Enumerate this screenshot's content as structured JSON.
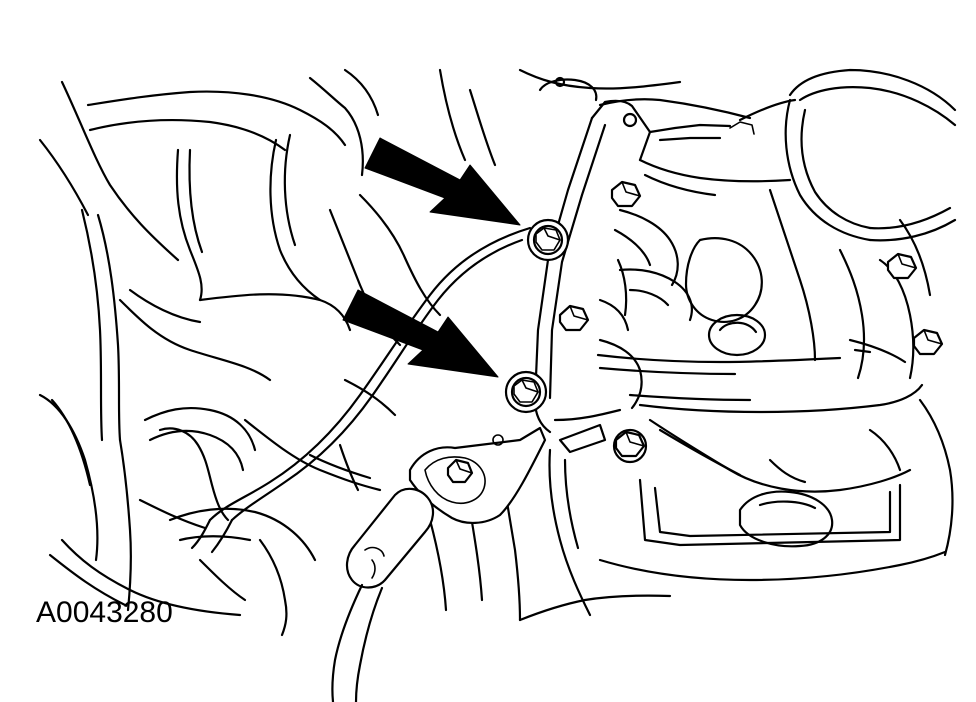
{
  "figure": {
    "id_label": "A0043280"
  },
  "colors": {
    "line": "#000000",
    "background": "#ffffff"
  },
  "callouts": [
    {
      "name": "arrow-upper",
      "icon": "arrow-icon"
    },
    {
      "name": "arrow-lower",
      "icon": "arrow-icon"
    }
  ]
}
